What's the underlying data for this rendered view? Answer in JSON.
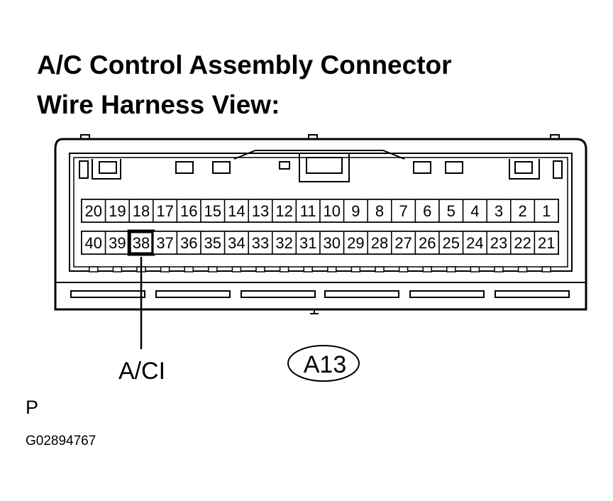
{
  "header": {
    "title_line1": "A/C Control Assembly Connector",
    "title_line2": "Wire Harness View:"
  },
  "connector": {
    "code": "A13",
    "row_top": [
      "20",
      "19",
      "18",
      "17",
      "16",
      "15",
      "14",
      "13",
      "12",
      "11",
      "10",
      "9",
      "8",
      "7",
      "6",
      "5",
      "4",
      "3",
      "2",
      "1"
    ],
    "row_bottom": [
      "40",
      "39",
      "38",
      "37",
      "36",
      "35",
      "34",
      "33",
      "32",
      "31",
      "30",
      "29",
      "28",
      "27",
      "26",
      "25",
      "24",
      "23",
      "22",
      "21"
    ],
    "highlighted_pin": "38"
  },
  "callouts": {
    "pin_signal": "A/CI"
  },
  "footer": {
    "page_letter": "P",
    "figure_id": "G02894767"
  }
}
